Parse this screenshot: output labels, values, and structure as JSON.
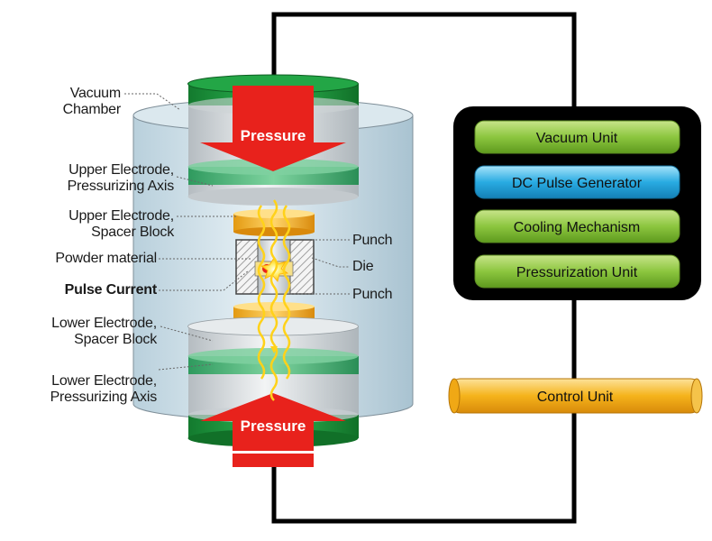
{
  "labels": {
    "vacuum_chamber_1": "Vacuum",
    "vacuum_chamber_2": "Chamber",
    "upper_axis_1": "Upper Electrode,",
    "upper_axis_2": "Pressurizing Axis",
    "upper_spacer_1": "Upper Electrode,",
    "upper_spacer_2": "Spacer Block",
    "powder": "Powder material",
    "pulse_current": "Pulse Current",
    "lower_spacer_1": "Lower Electrode,",
    "lower_spacer_2": "Spacer Block",
    "lower_axis_1": "Lower Electrode,",
    "lower_axis_2": "Pressurizing Axis",
    "punch_top": "Punch",
    "die": "Die",
    "punch_bottom": "Punch",
    "pressure_top": "Pressure",
    "pressure_bottom": "Pressure"
  },
  "units": {
    "vacuum": "Vacuum Unit",
    "dc_pulse": "DC Pulse Generator",
    "cooling": "Cooling Mechanism",
    "pressurization": "Pressurization Unit",
    "control": "Control Unit"
  },
  "colors": {
    "green_cap": "#1a9a3c",
    "green_band": "#3aa86a",
    "red_arrow": "#e8221c",
    "unit_green": "#8cc63f",
    "unit_blue": "#29abe2",
    "unit_orange": "#f5b31b",
    "chamber": "#c9dce6"
  }
}
